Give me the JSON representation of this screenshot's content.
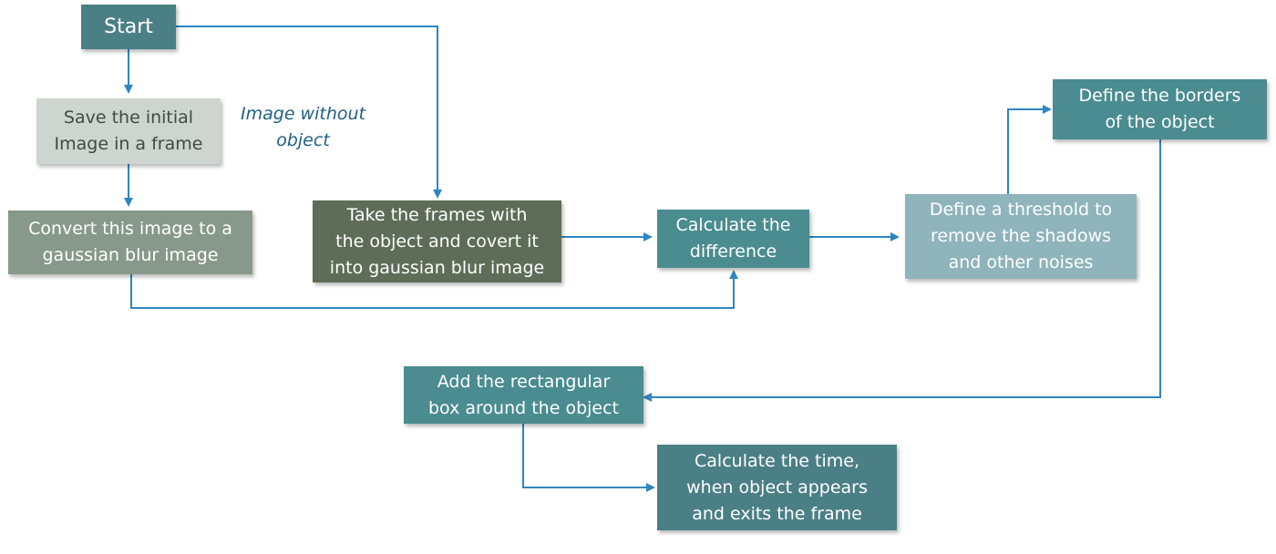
{
  "colors": {
    "arrow": "#2e86c1",
    "teal": "#4a8c90",
    "teal_dark": "#4b7f86",
    "gray_light": "#ced4cf",
    "sage": "#87998a",
    "olive_dark": "#5d6d57",
    "teal_light": "#8fb4bb",
    "annotation": "#1f5f84"
  },
  "nodes": {
    "start": "Start",
    "save_initial": "Save the initial\nImage in a frame",
    "convert_blur": "Convert this image to a\ngaussian blur image",
    "take_frames": "Take the frames with\nthe object and covert it\ninto gaussian blur image",
    "calc_difference": "Calculate the\ndifference",
    "threshold": "Define a threshold to\nremove the shadows\nand other noises",
    "borders": "Define the borders\nof the object",
    "rect_box": "Add the rectangular\nbox around the object",
    "calc_time": "Calculate the time,\nwhen object appears\nand exits the frame"
  },
  "annotation": "Image without\nobject"
}
